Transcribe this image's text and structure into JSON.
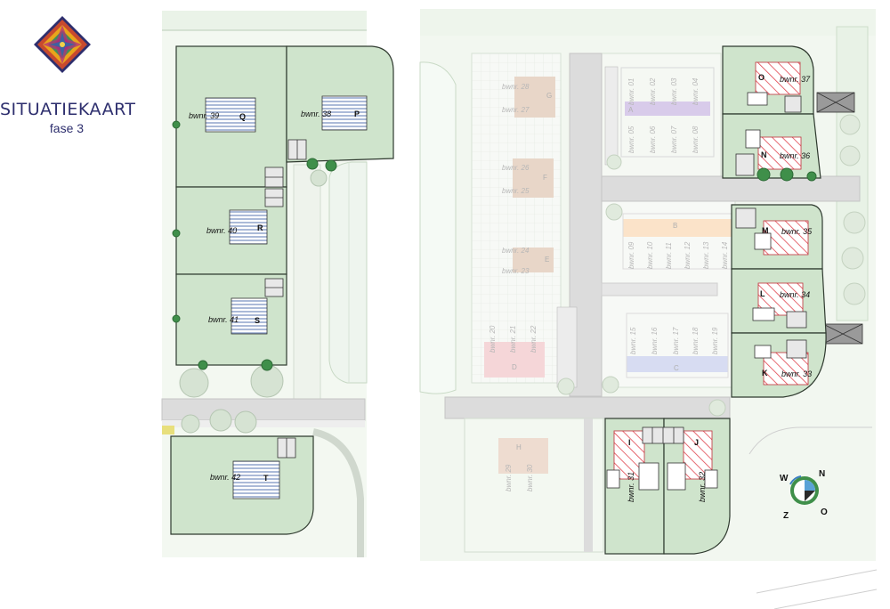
{
  "title": "SITUATIEKAART",
  "subtitle": "fase 3",
  "colors": {
    "lot_green": "#cfe4cc",
    "lot_border": "#2f3a2f",
    "road": "#dcdcdc",
    "background_green": "#e9f2e6",
    "water": "#f2f7f2",
    "hatch_red": "#e0454f",
    "stripe_blue": "#7e95c4",
    "title_navy": "#2e2f6e"
  },
  "lots": [
    {
      "letter": "Q",
      "label": "bwnr. 39"
    },
    {
      "letter": "P",
      "label": "bwnr. 38"
    },
    {
      "letter": "R",
      "label": "bwnr. 40"
    },
    {
      "letter": "S",
      "label": "bwnr. 41"
    },
    {
      "letter": "T",
      "label": "bwnr. 42"
    },
    {
      "letter": "O",
      "label": "bwnr. 37"
    },
    {
      "letter": "N",
      "label": "bwnr. 36"
    },
    {
      "letter": "M",
      "label": "bwnr. 35"
    },
    {
      "letter": "L",
      "label": "bwnr. 34"
    },
    {
      "letter": "K",
      "label": "bwnr. 33"
    },
    {
      "letter": "I",
      "label": "bwnr. 31"
    },
    {
      "letter": "J",
      "label": "bwnr. 32"
    }
  ],
  "other_blocks": [
    {
      "letter": "G",
      "labels": [
        "bwnr. 28",
        "bwnr. 27"
      ]
    },
    {
      "letter": "F",
      "labels": [
        "bwnr. 26",
        "bwnr. 25"
      ]
    },
    {
      "letter": "E",
      "labels": [
        "bwnr. 24",
        "bwnr. 23"
      ]
    },
    {
      "letter": "D",
      "labels": [
        "bwnr. 20",
        "bwnr. 21",
        "bwnr. 22"
      ]
    },
    {
      "letter": "H",
      "labels": [
        "bwnr. 29",
        "bwnr. 30"
      ]
    },
    {
      "letter": "A",
      "labels": [
        "bwnr. 01",
        "bwnr. 02",
        "bwnr. 03",
        "bwnr. 04",
        "bwnr. 05",
        "bwnr. 06",
        "bwnr. 07",
        "bwnr. 08"
      ]
    },
    {
      "letter": "B",
      "labels": [
        "bwnr. 09",
        "bwnr. 10",
        "bwnr. 11",
        "bwnr. 12",
        "bwnr. 13",
        "bwnr. 14"
      ]
    },
    {
      "letter": "C",
      "labels": [
        "bwnr. 15",
        "bwnr. 16",
        "bwnr. 17",
        "bwnr. 18",
        "bwnr. 19"
      ]
    }
  ],
  "compass": {
    "letters": [
      "W",
      "N",
      "Z",
      "O"
    ]
  }
}
